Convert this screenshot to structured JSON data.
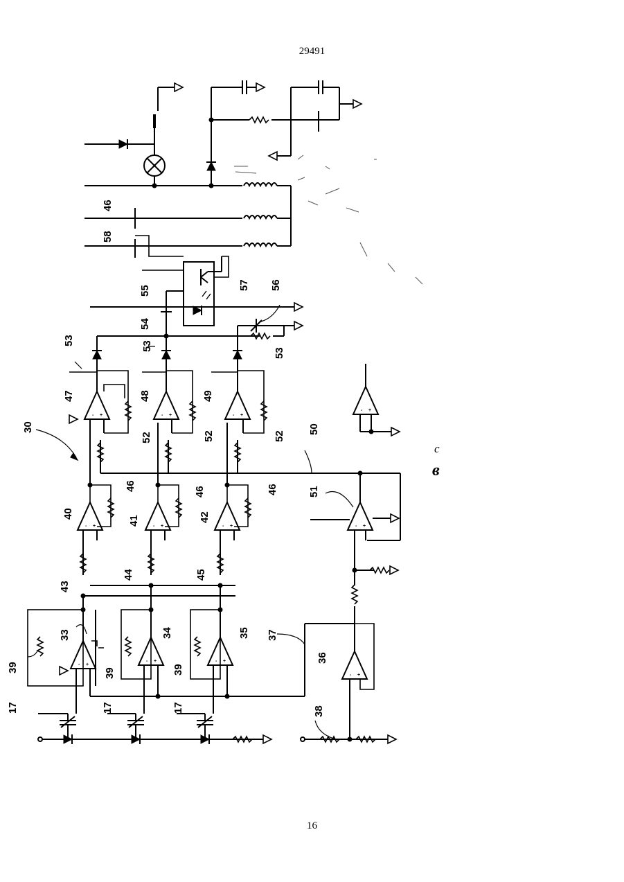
{
  "page": {
    "header_number": "29491",
    "footer_number": "16",
    "side_letter_1": "с",
    "side_letter_2": "в"
  },
  "figure": {
    "ref_30": "30",
    "ref_17": "17",
    "ref_33": "33",
    "ref_34": "34",
    "ref_35": "35",
    "ref_36": "36",
    "ref_37": "37",
    "ref_38": "38",
    "ref_39": "39",
    "ref_40": "40",
    "ref_41": "41",
    "ref_42": "42",
    "ref_43": "43",
    "ref_44": "44",
    "ref_45": "45",
    "ref_46": "46",
    "ref_47": "47",
    "ref_48": "48",
    "ref_49": "49",
    "ref_50": "50",
    "ref_51": "51",
    "ref_52": "52",
    "ref_53": "53",
    "ref_54": "54",
    "ref_55": "55",
    "ref_56": "56",
    "ref_57": "57",
    "ref_58": "58"
  }
}
